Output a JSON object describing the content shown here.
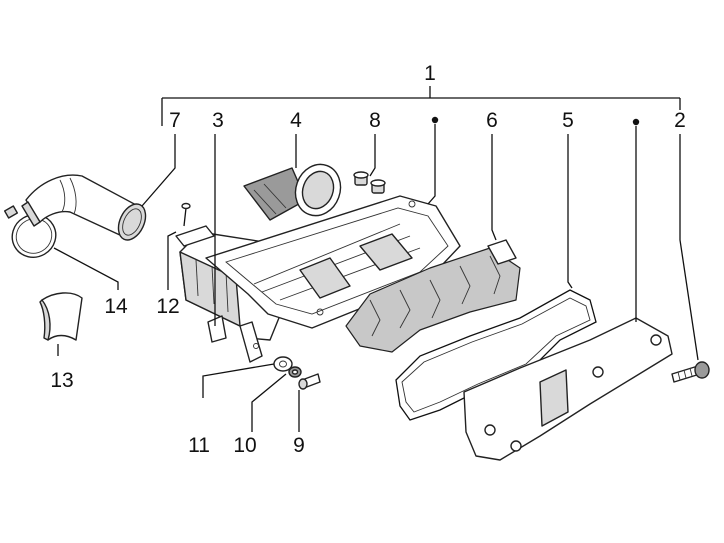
{
  "callouts": {
    "c1": "1",
    "c2": "2",
    "c3": "3",
    "c4": "4",
    "c5": "5",
    "c6": "6",
    "c7": "7",
    "c8": "8",
    "c9": "9",
    "c10": "10",
    "c11": "11",
    "c12": "12",
    "c13": "13",
    "c14": "14"
  },
  "colors": {
    "ink": "#111111",
    "part_fill": "#ffffff",
    "shade_light": "#d9d9d9",
    "shade_dark": "#9a9a9a",
    "foam": "#c8c8c8"
  }
}
